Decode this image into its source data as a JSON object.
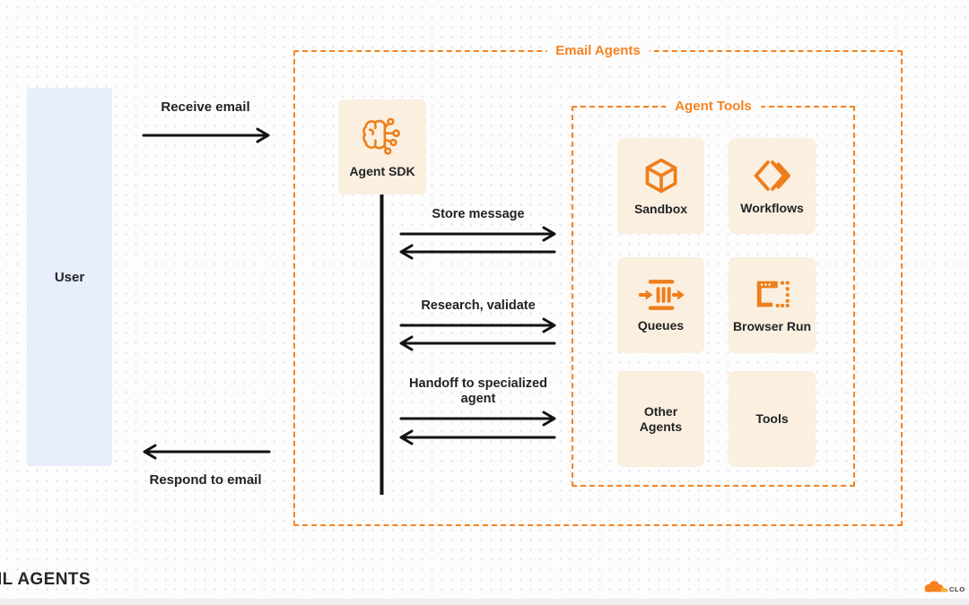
{
  "colors": {
    "accent_orange": "#F6821F",
    "light_orange_cloud": "#FBAD41",
    "card_peach": "#FBEFE0",
    "user_blue": "#E8EEFB",
    "text_dark": "#222426"
  },
  "user": {
    "label": "User"
  },
  "flows": {
    "receive": "Receive email",
    "respond": "Respond to email"
  },
  "email_agents": {
    "title": "Email Agents",
    "agent_sdk": {
      "label": "Agent SDK",
      "icon": "brain-circuit-icon"
    },
    "interactions": [
      {
        "label": "Store message"
      },
      {
        "label": "Research, validate"
      },
      {
        "label": "Handoff to specialized agent"
      }
    ],
    "agent_tools": {
      "title": "Agent Tools",
      "tools": [
        {
          "label": "Sandbox",
          "icon": "cube-icon"
        },
        {
          "label": "Workflows",
          "icon": "chevron-diamond-icon"
        },
        {
          "label": "Queues",
          "icon": "queue-flow-icon"
        },
        {
          "label": "Browser Run",
          "icon": "browser-window-icon"
        },
        {
          "label": "Other Agents",
          "icon": ""
        },
        {
          "label": "Tools",
          "icon": ""
        }
      ]
    }
  },
  "footer": {
    "left_text": "IL AGENTS",
    "brand_text": "CLO"
  }
}
